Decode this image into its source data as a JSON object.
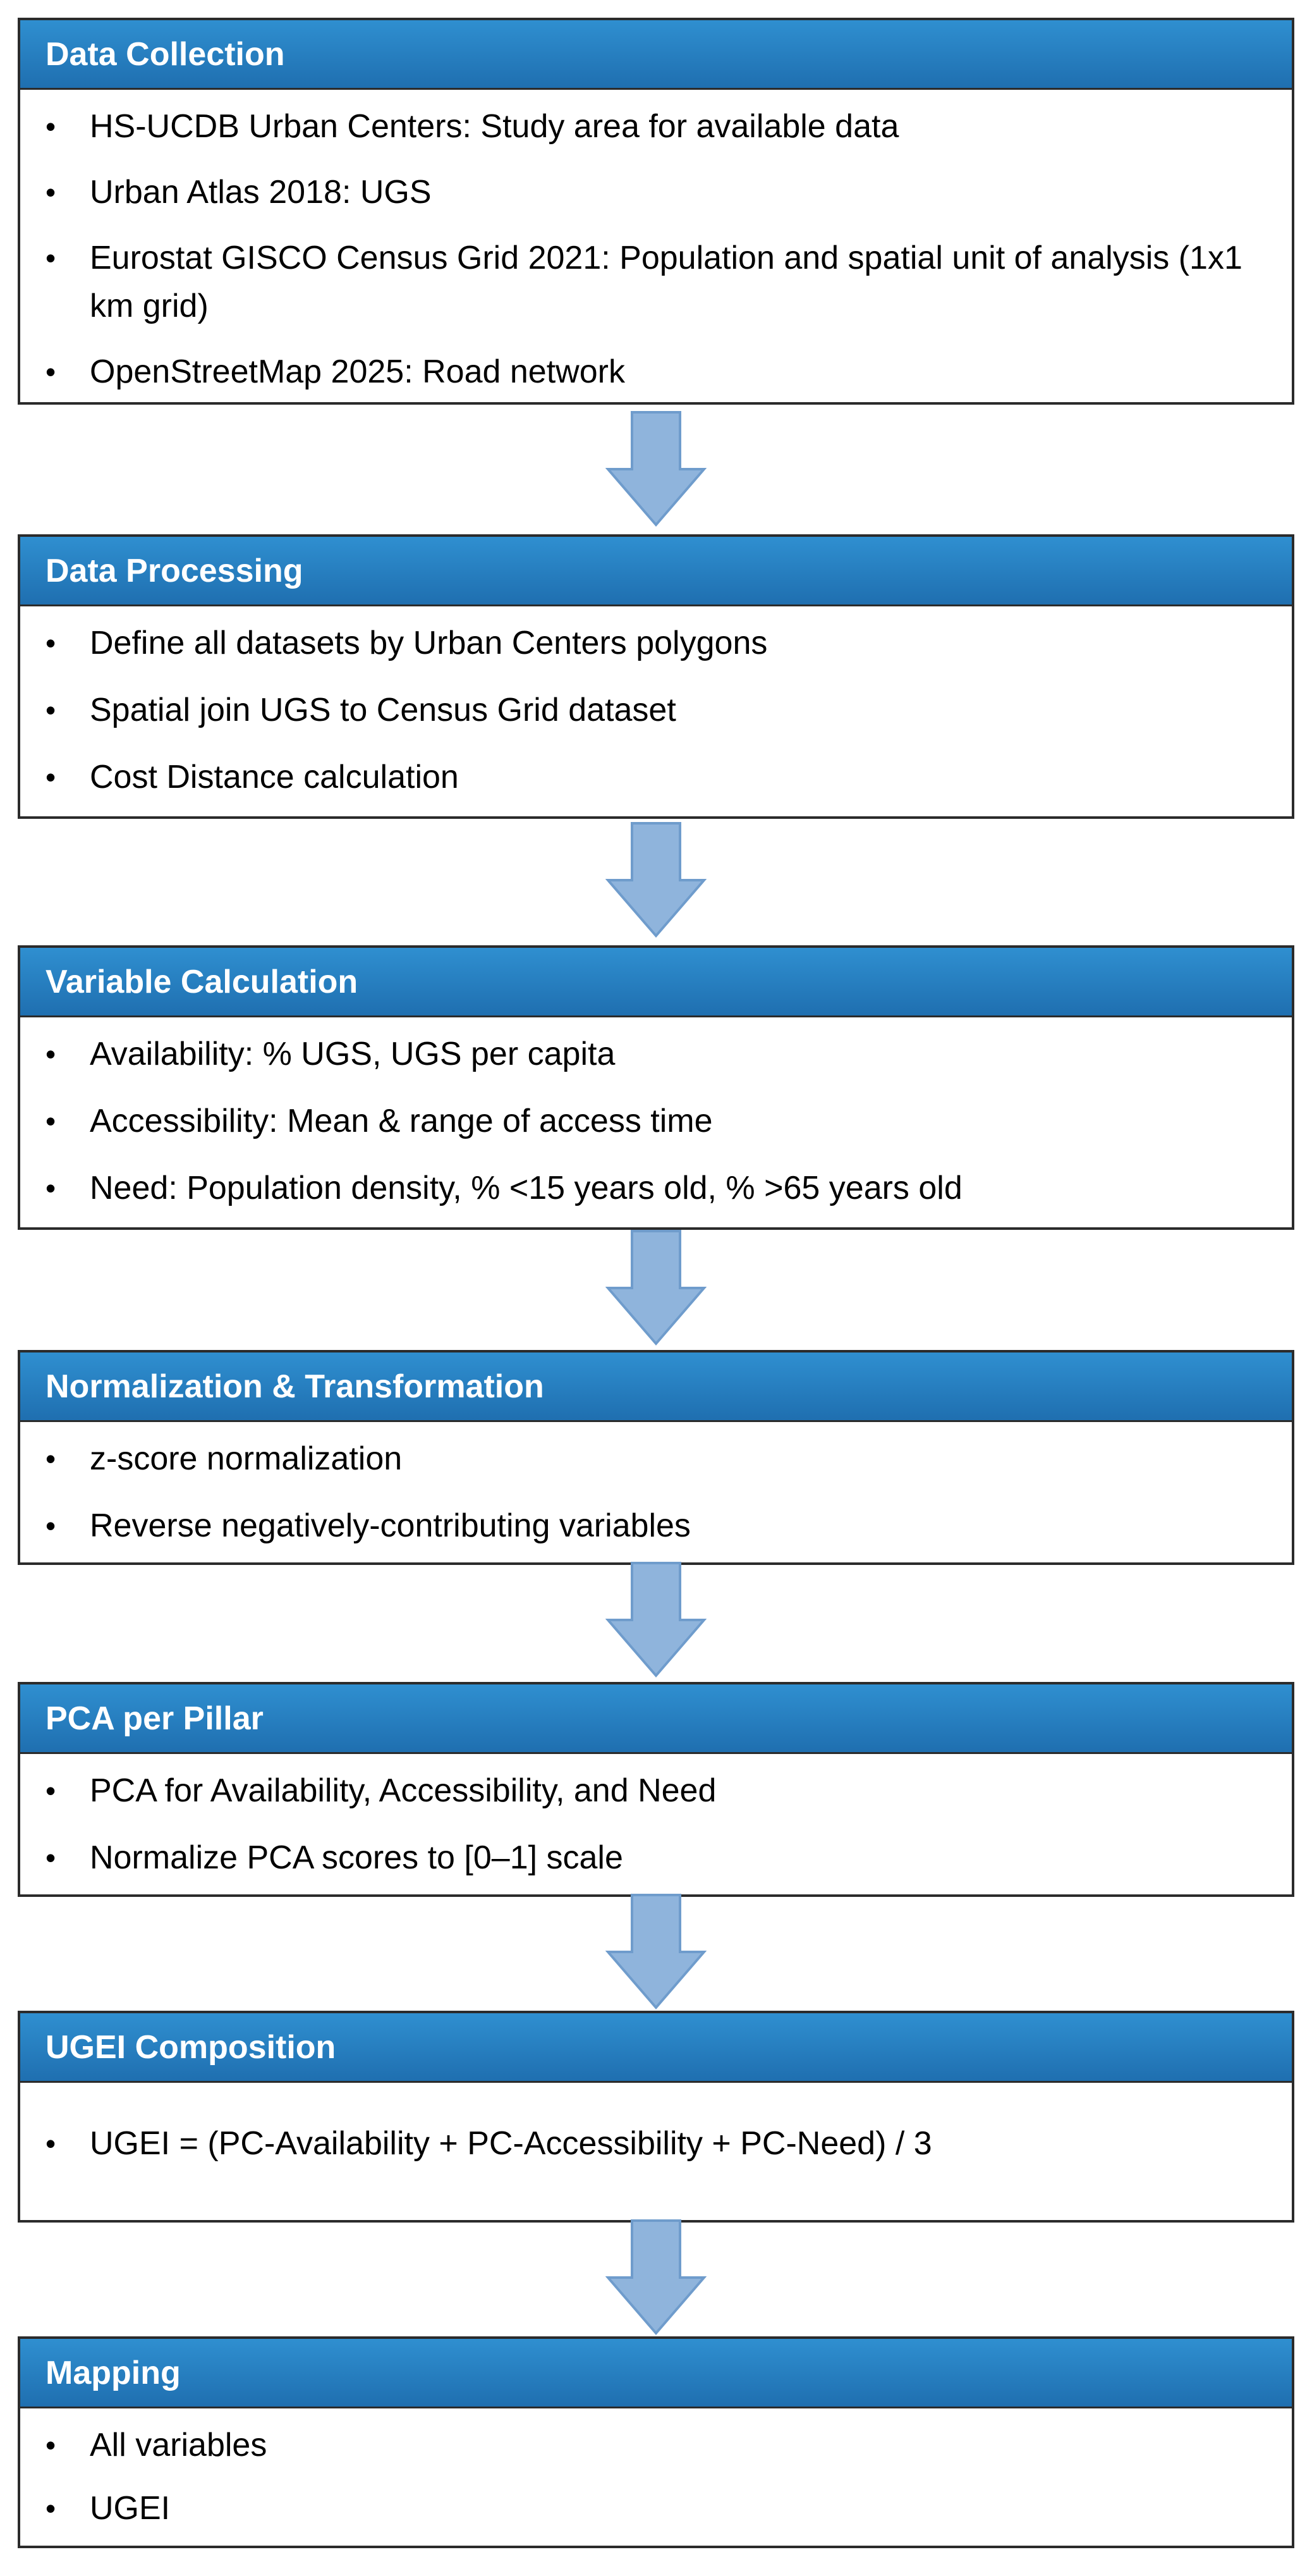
{
  "steps": [
    {
      "title": "Data Collection",
      "bullets": [
        "HS-UCDB Urban Centers: Study  area for available data",
        "Urban Atlas 2018: UGS",
        "Eurostat GISCO Census Grid 2021: Population and spatial unit of analysis (1x1 km grid)",
        "OpenStreetMap  2025: Road network"
      ]
    },
    {
      "title": "Data Processing",
      "bullets": [
        "Define all datasets by Urban Centers polygons",
        "Spatial join UGS to Census Grid dataset",
        "Cost Distance calculation"
      ]
    },
    {
      "title": "Variable Calculation",
      "bullets": [
        "Availability: % UGS, UGS per capita",
        "Accessibility: Mean & range of access time",
        "Need: Population density, % <15 years old, % >65 years old"
      ]
    },
    {
      "title": "Normalization & Transformation",
      "bullets": [
        "z-score normalization",
        "Reverse negatively-contributing variables"
      ]
    },
    {
      "title": "PCA per Pillar",
      "bullets": [
        "PCA for Availability, Accessibility, and Need",
        "Normalize PCA scores to [0–1] scale"
      ]
    },
    {
      "title": "UGEI Composition",
      "bullets": [
        "UGEI = (PC-Availability + PC-Accessibility + PC-Need) / 3"
      ]
    },
    {
      "title": "Mapping",
      "bullets": [
        "All variables",
        "UGEI"
      ]
    }
  ],
  "colors": {
    "header": "#2581c4",
    "arrow": "#8fb4dc",
    "arrow_stroke": "#6f9ccc",
    "border": "#2b2b2b"
  }
}
